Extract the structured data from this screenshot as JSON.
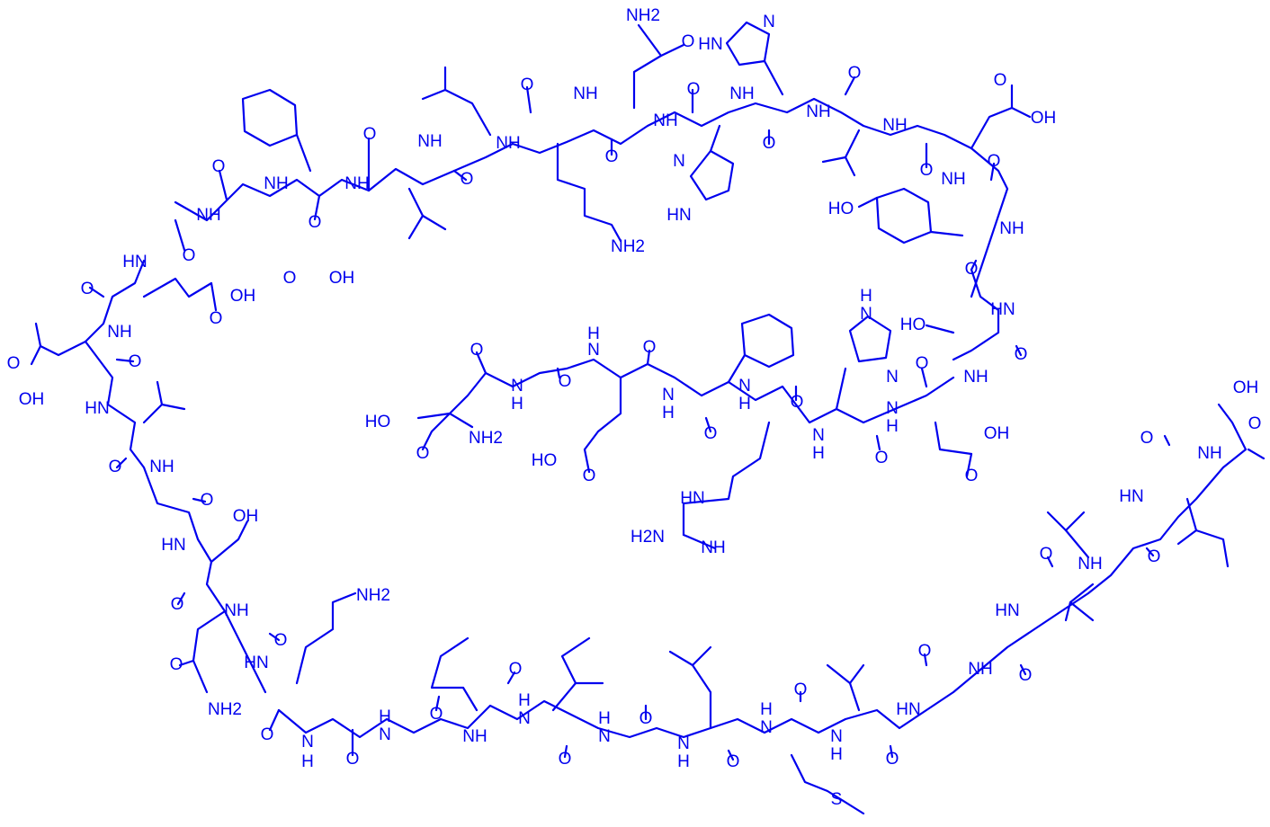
{
  "structure": {
    "bond_color": "#0000ee",
    "background": "#ffffff",
    "residues": {
      "top_row": [
        "Ala",
        "Glu",
        "Phe",
        "Val",
        "Leu",
        "Lys",
        "Gln",
        "His",
        "His",
        "Val",
        "Glu",
        "Tyr",
        "Gly",
        "Ser"
      ],
      "left_column": [
        "Glu",
        "Asp",
        "Val",
        "Gly",
        "Ser",
        "Asn",
        "Lys"
      ],
      "bottom_row": [
        "Gly",
        "Ala",
        "Ile",
        "Ile",
        "Gly",
        "Leu",
        "Met",
        "Val",
        "Gly",
        "Gly",
        "Val",
        "Val",
        "Ile",
        "Ala"
      ],
      "center_row": [
        "Asp",
        "Ala",
        "Glu",
        "Phe",
        "Arg",
        "His",
        "Asp"
      ]
    },
    "labels": {
      "top_row": [
        {
          "id": "t_nh_ala",
          "text": "NH"
        },
        {
          "id": "t_o_ala",
          "text": "O"
        },
        {
          "id": "t_o_glu",
          "text": "O"
        },
        {
          "id": "t_nh_glu",
          "text": "NH"
        },
        {
          "id": "t_o_glu_side",
          "text": "O"
        },
        {
          "id": "t_oh_glu_side",
          "text": "OH"
        },
        {
          "id": "t_o_phe",
          "text": "O"
        },
        {
          "id": "t_nh_phe",
          "text": "NH"
        },
        {
          "id": "t_o_val",
          "text": "O"
        },
        {
          "id": "t_nh_val",
          "text": "NH"
        },
        {
          "id": "t_o_leu",
          "text": "O"
        },
        {
          "id": "t_nh_leu",
          "text": "NH"
        },
        {
          "id": "t_o_lys",
          "text": "O"
        },
        {
          "id": "t_nh_lys",
          "text": "NH"
        },
        {
          "id": "t_nh2_lys",
          "text": "NH2"
        },
        {
          "id": "t_o_gln",
          "text": "O"
        },
        {
          "id": "t_nh_gln",
          "text": "NH"
        },
        {
          "id": "t_nh2_gln",
          "text": "NH2"
        },
        {
          "id": "t_o_gln_side",
          "text": "O"
        },
        {
          "id": "t_o_his1",
          "text": "O"
        },
        {
          "id": "t_nh_his1",
          "text": "NH"
        },
        {
          "id": "t_n_his1_ring",
          "text": "N"
        },
        {
          "id": "t_hn_his1_ring",
          "text": "HN"
        },
        {
          "id": "t_o_his2",
          "text": "O"
        },
        {
          "id": "t_nh_his2",
          "text": "NH"
        },
        {
          "id": "t_hn_his2_ring",
          "text": "HN"
        },
        {
          "id": "t_n_his2_ring",
          "text": "N"
        },
        {
          "id": "t_o_val2",
          "text": "O"
        },
        {
          "id": "t_nh_val2",
          "text": "NH"
        },
        {
          "id": "t_o_glu2",
          "text": "O"
        },
        {
          "id": "t_nh_glu2",
          "text": "NH"
        },
        {
          "id": "t_o_glu2_side",
          "text": "O"
        },
        {
          "id": "t_oh_glu2_side",
          "text": "OH"
        },
        {
          "id": "t_o_tyr",
          "text": "O"
        },
        {
          "id": "t_nh_tyr",
          "text": "NH"
        },
        {
          "id": "t_ho_tyr",
          "text": "HO"
        },
        {
          "id": "t_o_gly",
          "text": "O"
        },
        {
          "id": "t_hn_gly",
          "text": "HN"
        },
        {
          "id": "t_o_ser",
          "text": "O"
        },
        {
          "id": "t_ho_ser",
          "text": "HO"
        },
        {
          "id": "t_nh_ser",
          "text": "NH"
        }
      ],
      "left_column": [
        {
          "id": "l_hn_glu",
          "text": "HN"
        },
        {
          "id": "l_o_glu",
          "text": "O"
        },
        {
          "id": "l_o_glu_side",
          "text": "O"
        },
        {
          "id": "l_oh_glu_side",
          "text": "OH"
        },
        {
          "id": "l_nh_asp",
          "text": "NH"
        },
        {
          "id": "l_o_asp",
          "text": "O"
        },
        {
          "id": "l_o_asp_side",
          "text": "O"
        },
        {
          "id": "l_oh_asp_side",
          "text": "OH"
        },
        {
          "id": "l_hn_val",
          "text": "HN"
        },
        {
          "id": "l_o_val",
          "text": "O"
        },
        {
          "id": "l_nh_gly",
          "text": "NH"
        },
        {
          "id": "l_o_gly",
          "text": "O"
        },
        {
          "id": "l_hn_ser",
          "text": "HN"
        },
        {
          "id": "l_oh_ser",
          "text": "OH"
        },
        {
          "id": "l_o_ser",
          "text": "O"
        },
        {
          "id": "l_nh_asn",
          "text": "NH"
        },
        {
          "id": "l_o_asn",
          "text": "O"
        },
        {
          "id": "l_o_asn_side",
          "text": "O"
        },
        {
          "id": "l_nh2_asn",
          "text": "NH2"
        },
        {
          "id": "l_hn_lys",
          "text": "HN"
        },
        {
          "id": "l_nh2_lys",
          "text": "NH2"
        },
        {
          "id": "l_o_lys",
          "text": "O"
        }
      ],
      "bottom_row": [
        {
          "id": "b_n_gly",
          "text": "N"
        },
        {
          "id": "b_h_gly",
          "text": "H"
        },
        {
          "id": "b_o_gly",
          "text": "O"
        },
        {
          "id": "b_h_ala",
          "text": "H"
        },
        {
          "id": "b_n_ala",
          "text": "N"
        },
        {
          "id": "b_o_ala",
          "text": "O"
        },
        {
          "id": "b_nh_ile1",
          "text": "NH"
        },
        {
          "id": "b_o_ile1",
          "text": "O"
        },
        {
          "id": "b_n_ile2",
          "text": "N"
        },
        {
          "id": "b_h_ile2",
          "text": "H"
        },
        {
          "id": "b_o_ile2",
          "text": "O"
        },
        {
          "id": "b_n_gly2",
          "text": "N"
        },
        {
          "id": "b_h_gly2",
          "text": "H"
        },
        {
          "id": "b_o_gly2",
          "text": "O"
        },
        {
          "id": "b_n_leu",
          "text": "N"
        },
        {
          "id": "b_h_leu",
          "text": "H"
        },
        {
          "id": "b_o_leu",
          "text": "O"
        },
        {
          "id": "b_h_met",
          "text": "H"
        },
        {
          "id": "b_n_met",
          "text": "N"
        },
        {
          "id": "b_o_met",
          "text": "O"
        },
        {
          "id": "b_s_met",
          "text": "S"
        },
        {
          "id": "b_n_val",
          "text": "N"
        },
        {
          "id": "b_h_val",
          "text": "H"
        },
        {
          "id": "b_o_val",
          "text": "O"
        },
        {
          "id": "b_hn_gly3",
          "text": "HN"
        },
        {
          "id": "b_o_gly3",
          "text": "O"
        },
        {
          "id": "b_nh_gly4",
          "text": "NH"
        },
        {
          "id": "b_o_gly4",
          "text": "O"
        },
        {
          "id": "b_hn_val2",
          "text": "HN"
        },
        {
          "id": "b_o_val2",
          "text": "O"
        },
        {
          "id": "b_nh_val3",
          "text": "NH"
        },
        {
          "id": "b_o_val3",
          "text": "O"
        },
        {
          "id": "b_hn_ile3",
          "text": "HN"
        },
        {
          "id": "b_o_ile3",
          "text": "O"
        },
        {
          "id": "b_nh_ala2",
          "text": "NH"
        },
        {
          "id": "b_o_ala2",
          "text": "O"
        },
        {
          "id": "b_oh_ala2",
          "text": "OH"
        }
      ],
      "center_row": [
        {
          "id": "c_ho_asp",
          "text": "HO"
        },
        {
          "id": "c_o_asp_side",
          "text": "O"
        },
        {
          "id": "c_nh2_asp",
          "text": "NH2"
        },
        {
          "id": "c_o_asp",
          "text": "O"
        },
        {
          "id": "c_n_ala",
          "text": "N"
        },
        {
          "id": "c_h_ala",
          "text": "H"
        },
        {
          "id": "c_o_ala",
          "text": "O"
        },
        {
          "id": "c_n_glu",
          "text": "N"
        },
        {
          "id": "c_h_glu",
          "text": "H"
        },
        {
          "id": "c_ho_glu_side",
          "text": "HO"
        },
        {
          "id": "c_o_glu_side",
          "text": "O"
        },
        {
          "id": "c_o_glu",
          "text": "O"
        },
        {
          "id": "c_n_phe",
          "text": "N"
        },
        {
          "id": "c_h_phe",
          "text": "H"
        },
        {
          "id": "c_o_phe",
          "text": "O"
        },
        {
          "id": "c_n_arg",
          "text": "N"
        },
        {
          "id": "c_h_arg",
          "text": "H"
        },
        {
          "id": "c_hn_arg_side",
          "text": "HN"
        },
        {
          "id": "c_h2n_arg",
          "text": "H2N"
        },
        {
          "id": "c_nh_arg",
          "text": "NH"
        },
        {
          "id": "c_o_arg",
          "text": "O"
        },
        {
          "id": "c_n_his",
          "text": "N"
        },
        {
          "id": "c_h_his",
          "text": "H"
        },
        {
          "id": "c_n_his_ring1",
          "text": "N"
        },
        {
          "id": "c_h_his_ring1",
          "text": "H"
        },
        {
          "id": "c_n_his_ring2",
          "text": "N"
        },
        {
          "id": "c_o_his",
          "text": "O"
        },
        {
          "id": "c_n_asp2",
          "text": "N"
        },
        {
          "id": "c_h_asp2",
          "text": "H"
        },
        {
          "id": "c_o_asp2",
          "text": "O"
        },
        {
          "id": "c_o_asp2_side",
          "text": "O"
        },
        {
          "id": "c_oh_asp2_side",
          "text": "OH"
        }
      ]
    }
  }
}
